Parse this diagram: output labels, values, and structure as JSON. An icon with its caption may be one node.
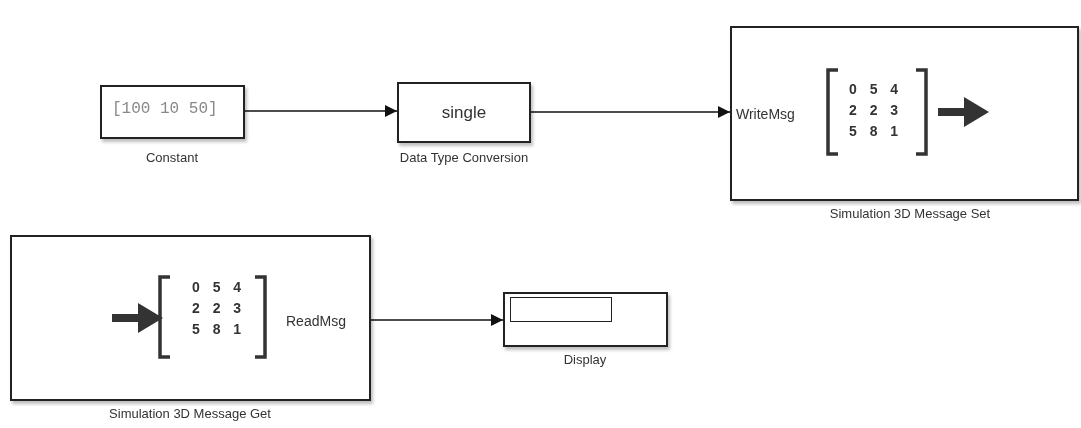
{
  "diagram": {
    "nodes": [
      {
        "text": [
          "[100 10 50]"
        ],
        "beside": [
          "Constant"
        ]
      },
      {
        "text": [
          "single"
        ],
        "beside": [
          "Data Type Conversion"
        ]
      },
      {
        "text": [
          "WriteMsg",
          "0 5 4 2 2 3 5 8 1"
        ],
        "beside": [
          "Simulation 3D Message Set"
        ]
      },
      {
        "text": [
          "0 5 4 2 2 3 5 8 1",
          "ReadMsg"
        ],
        "beside": [
          "Simulation 3D Message Get"
        ]
      },
      {
        "text": [],
        "shape": "box",
        "beside": [
          "Display"
        ]
      }
    ],
    "edges": [
      {
        "from": 0,
        "to": 1,
        "arrow": "to"
      },
      {
        "from": 1,
        "to": 2,
        "arrow": "to"
      },
      {
        "from": 3,
        "to": 4,
        "arrow": "to"
      }
    ]
  }
}
